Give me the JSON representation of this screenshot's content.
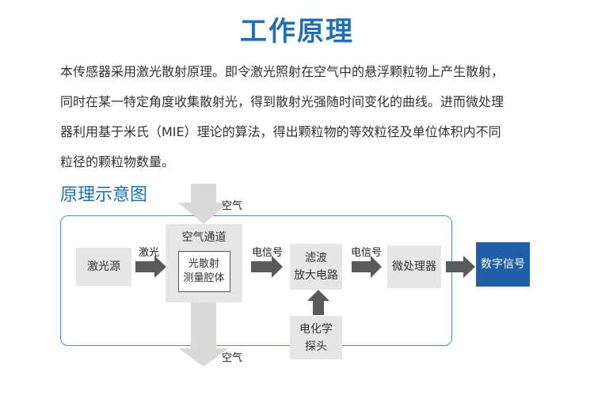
{
  "title": "工作原理",
  "description": {
    "lines": [
      "本传感器采用激光散射原理。即令激光照射在空气中的悬浮颗粒物上产生散射，",
      "同时在某一特定角度收集散射光，得到散射光强随时间变化的曲线。进而微处理",
      "器利用基于米氏（MIE）理论的算法，得出颗粒物的等效粒径及单位体积内不同",
      "粒径的颗粒物数量。"
    ]
  },
  "diagram": {
    "title": "原理示意图",
    "air_in_label": "空气",
    "air_out_label": "空气",
    "laser_source": "激光源",
    "laser_label": "激光",
    "air_channel_label": "空气通道",
    "chamber_line1": "光散射",
    "chamber_line2": "测量腔体",
    "signal_label_1": "电信号",
    "filter_line1": "滤波",
    "filter_line2": "放大电路",
    "signal_label_2": "电信号",
    "microprocessor": "微处理器",
    "digital_signal": "数字信号",
    "electrochem_line1": "电化学",
    "electrochem_line2": "探头",
    "colors": {
      "accent": "#1f6fb9",
      "frame": "#4a8fd3",
      "box": "#e6e6e6",
      "arrow_dark": "#5a5a5a",
      "arrow_light": "#d9d9d9",
      "digital_box": "#1f5fa8"
    }
  }
}
